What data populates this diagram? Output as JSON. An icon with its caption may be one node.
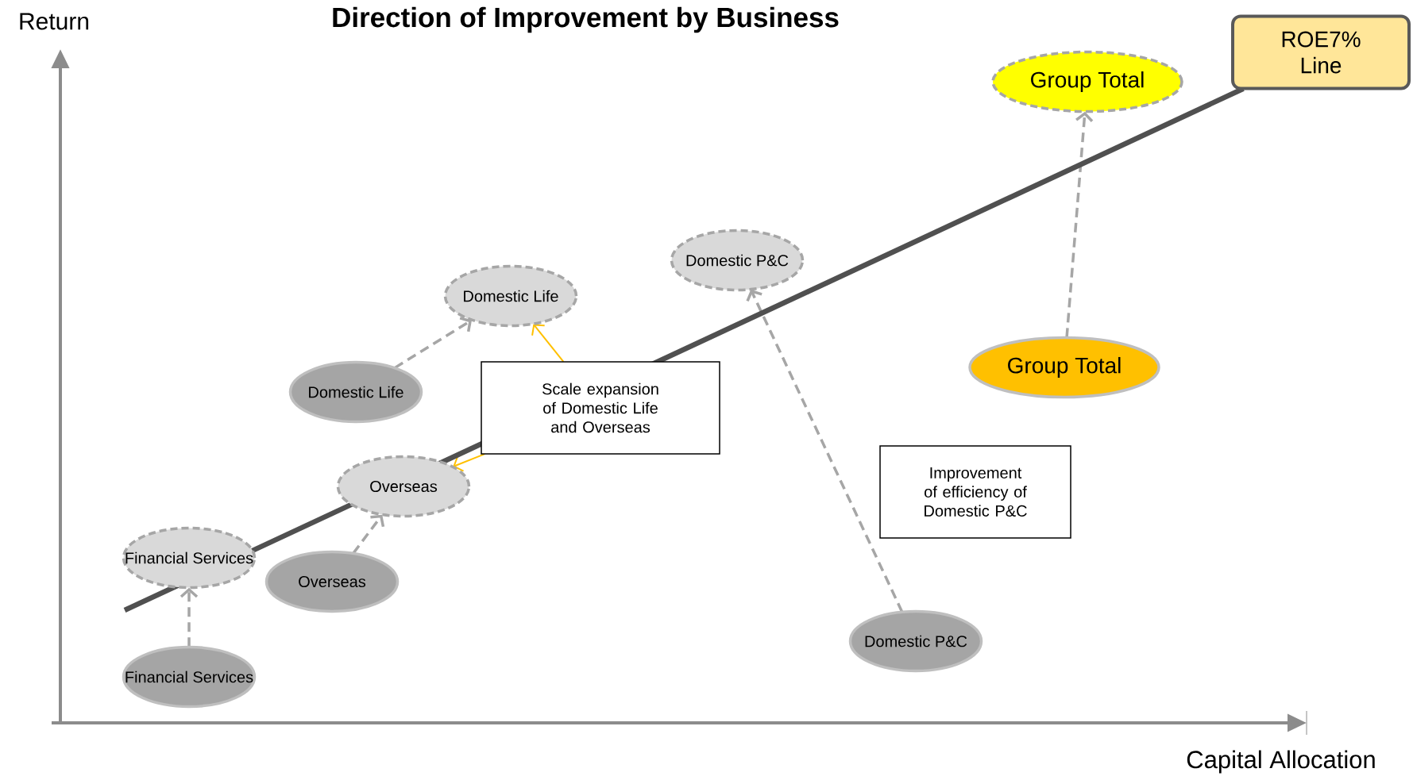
{
  "diagram": {
    "title": "Direction of Improvement by Business",
    "nodes": [
      {
        "text": [
          "ROE7% Line"
        ]
      },
      {
        "text": [
          "Group Total"
        ]
      },
      {
        "text": [
          "Domestic P&C"
        ]
      },
      {
        "text": [
          "Domestic Life"
        ]
      },
      {
        "text": [
          "Group Total"
        ]
      },
      {
        "text": [
          "Domestic Life"
        ]
      },
      {
        "text": [
          "Scale expansion of Domestic Life and Overseas"
        ]
      },
      {
        "text": [
          "Overseas"
        ]
      },
      {
        "text": [
          "Improvement of efficiency of Domestic P&C"
        ]
      },
      {
        "text": [
          "Financial Services"
        ]
      },
      {
        "text": [
          "Overseas"
        ]
      },
      {
        "text": [
          "Domestic P&C"
        ]
      },
      {
        "text": [
          "Financial Services"
        ]
      }
    ],
    "edges": [
      {
        "from": 5,
        "to": 3,
        "arrow": "to",
        "style": "dashed"
      },
      {
        "from": 10,
        "to": 7,
        "arrow": "to",
        "style": "dashed"
      },
      {
        "from": 12,
        "to": 9,
        "arrow": "to",
        "style": "dashed"
      },
      {
        "from": 11,
        "to": 2,
        "arrow": "to",
        "style": "dashed"
      },
      {
        "from": 4,
        "to": 1,
        "arrow": "to",
        "style": "dashed"
      },
      {
        "from": 6,
        "to": 3,
        "arrow": "to",
        "color": "#ffc000"
      },
      {
        "from": 6,
        "to": 7,
        "arrow": "to",
        "color": "#ffc000"
      },
      {
        "from": null,
        "to": 0,
        "arrow": "none",
        "style": "thick",
        "color": "#505050"
      }
    ],
    "labels": [
      "Return",
      "Capital Allocation"
    ]
  }
}
